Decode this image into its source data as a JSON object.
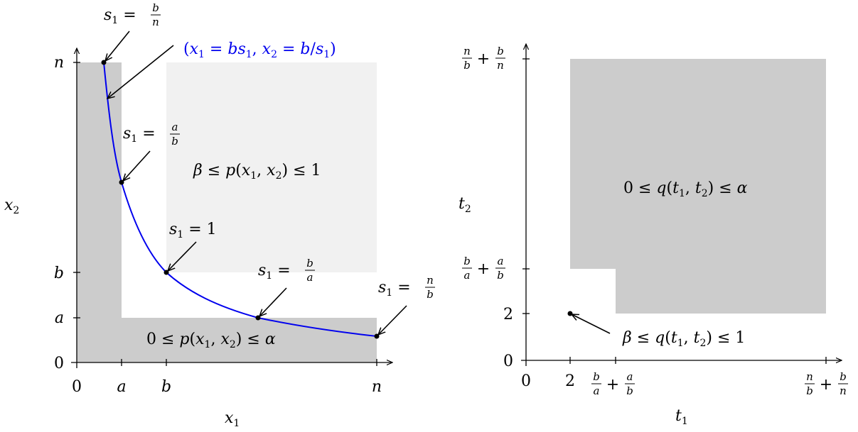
{
  "colors": {
    "dark_region": "#cccccc",
    "light_region": "#f1f1f1",
    "curve": "#0000ee",
    "axis": "#000000"
  },
  "left_panel": {
    "x_axis_label": "x1",
    "y_axis_label": "x2",
    "x_ticks": [
      "0",
      "a",
      "b",
      "n"
    ],
    "y_ticks": [
      "0",
      "a",
      "b",
      "n"
    ],
    "region_light_label": "β ≤ p(x1, x2) ≤ 1",
    "region_dark_label": "0 ≤ p(x1, x2) ≤ α",
    "curve_label": "(x1 = bs1, x2 = b/s1)",
    "points": [
      {
        "label": "s1 = b/n",
        "s1": "b/n"
      },
      {
        "label": "s1 = a/b",
        "s1": "a/b"
      },
      {
        "label": "s1 = 1",
        "s1": "1"
      },
      {
        "label": "s1 = b/a",
        "s1": "b/a"
      },
      {
        "label": "s1 = n/b",
        "s1": "n/b"
      }
    ]
  },
  "right_panel": {
    "x_axis_label": "t1",
    "y_axis_label": "t2",
    "x_ticks": [
      "0",
      "2",
      "b/a + a/b",
      "n/b + b/n"
    ],
    "y_ticks": [
      "0",
      "2",
      "b/a + a/b",
      "n/b + b/n"
    ],
    "region_label": "0 ≤ q(t1, t2) ≤ α",
    "point_label": "β ≤ q(t1, t2) ≤ 1"
  }
}
